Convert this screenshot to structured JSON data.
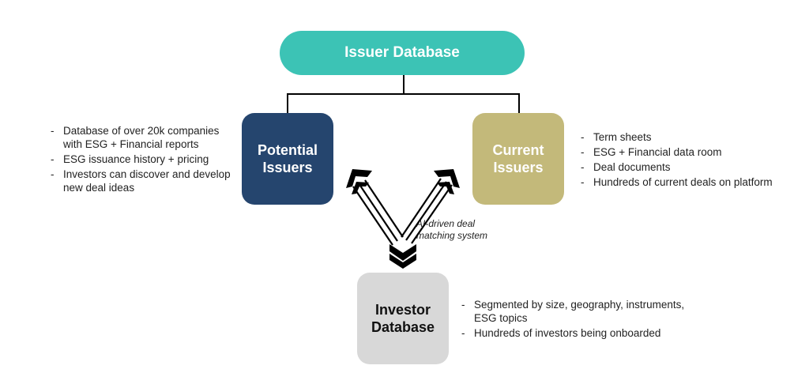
{
  "colors": {
    "issuer_db": "#3cc3b5",
    "potential": "#25456e",
    "current": "#c3b97a",
    "investor": "#d8d8d8"
  },
  "issuer_database": {
    "label": "Issuer Database"
  },
  "potential_issuers": {
    "label_line1": "Potential",
    "label_line2": "Issuers",
    "bullets": [
      "Database of over 20k companies with ESG + Financial reports",
      "ESG issuance history + pricing",
      "Investors can discover and develop new deal ideas"
    ]
  },
  "current_issuers": {
    "label_line1": "Current",
    "label_line2": "Issuers",
    "bullets": [
      "Term sheets",
      "ESG + Financial data room",
      "Deal documents",
      "Hundreds of current deals on platform"
    ]
  },
  "investor_database": {
    "label_line1": "Investor",
    "label_line2": "Database",
    "bullets": [
      "Segmented by size, geography, instruments, ESG topics",
      "Hundreds of investors being onboarded"
    ]
  },
  "matching": {
    "label_line1": "AI-driven deal",
    "label_line2": "matching system"
  }
}
